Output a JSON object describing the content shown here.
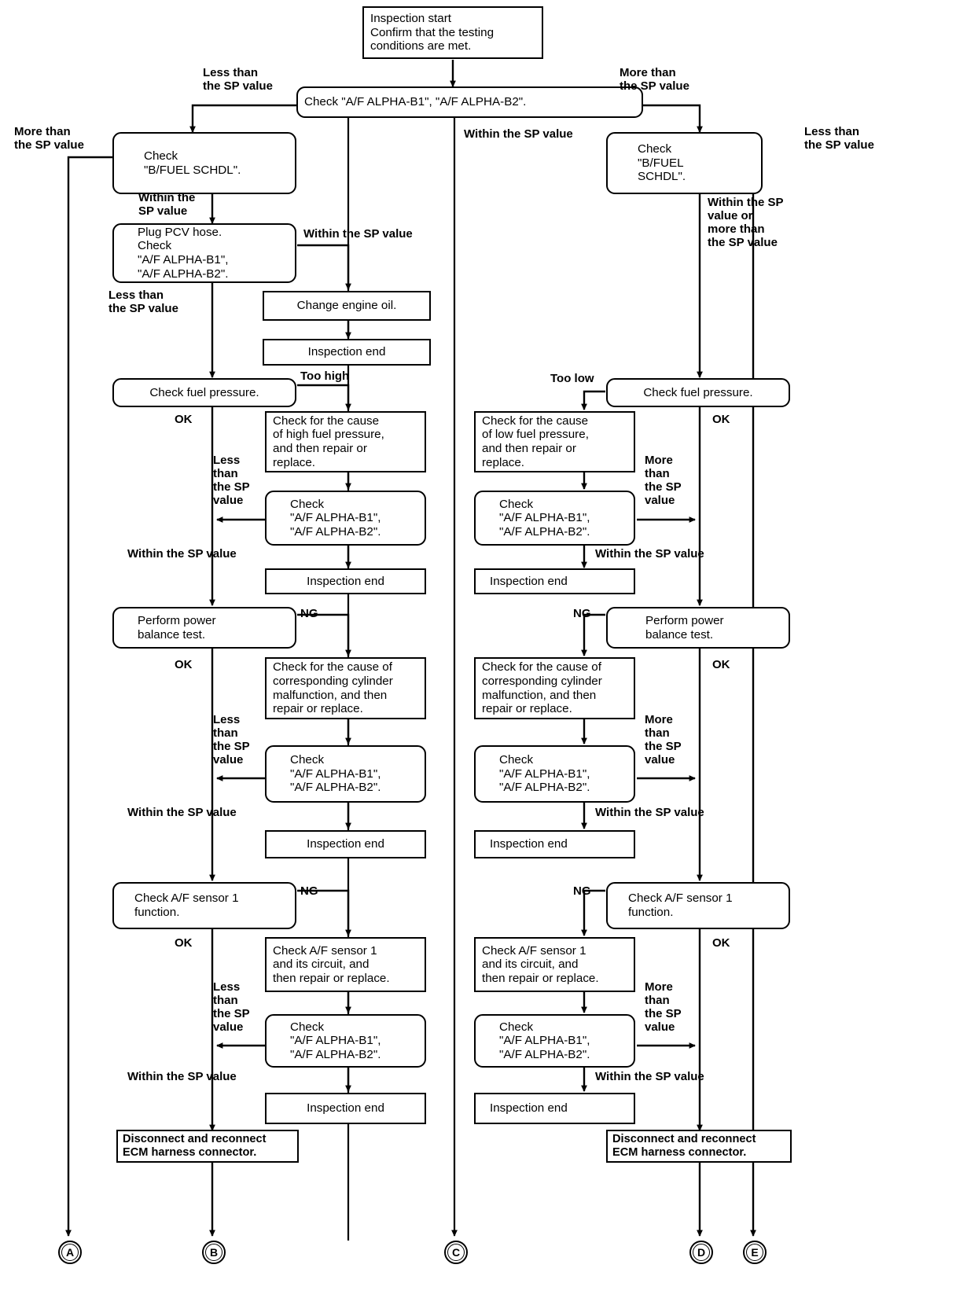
{
  "diagram": {
    "title": "A/F ALPHA troubleshooting flowchart",
    "line_color": "#000000",
    "background": "#ffffff"
  },
  "nodes": {
    "start": "Inspection start\nConfirm that the testing\nconditions are met.",
    "check_alpha_main": "Check \"A/F ALPHA-B1\", \"A/F ALPHA-B2\".",
    "bfuel_left": "Check\n\"B/FUEL SCHDL\".",
    "bfuel_right": "Check\n\"B/FUEL SCHDL\".",
    "plug_pcv": "Plug PCV hose.\nCheck\n\"A/F ALPHA-B1\",\n\"A/F ALPHA-B2\".",
    "change_oil": "Change engine oil.",
    "insp_end_oil": "Inspection end",
    "fuel_press_left": "Check fuel pressure.",
    "fuel_press_right": "Check fuel pressure.",
    "cause_high_fp": "Check for the cause\nof high fuel pressure,\nand then repair or\nreplace.",
    "cause_low_fp": "Check for the cause\nof low fuel pressure,\nand then repair or\nreplace.",
    "check_alpha_fp_left": "Check\n\"A/F ALPHA-B1\",\n\"A/F ALPHA-B2\".",
    "check_alpha_fp_right": "Check\n\"A/F ALPHA-B1\",\n\"A/F ALPHA-B2\".",
    "insp_end_fp_left": "Inspection end",
    "insp_end_fp_right": "Inspection end",
    "power_balance_left": "Perform power\nbalance test.",
    "power_balance_right": "Perform power\nbalance test.",
    "cause_cyl_left": "Check for the cause of\ncorresponding cylinder\nmalfunction, and then\nrepair or replace.",
    "cause_cyl_right": "Check for the cause of\ncorresponding cylinder\nmalfunction, and then\nrepair or replace.",
    "check_alpha_pb_left": "Check\n\"A/F ALPHA-B1\",\n\"A/F ALPHA-B2\".",
    "check_alpha_pb_right": "Check\n\"A/F ALPHA-B1\",\n\"A/F ALPHA-B2\".",
    "insp_end_pb_left": "Inspection end",
    "insp_end_pb_right": "Inspection end",
    "af_sensor_left": "Check A/F sensor 1\nfunction.",
    "af_sensor_right": "Check A/F sensor 1\nfunction.",
    "af_circuit_left": "Check A/F sensor 1\nand its circuit, and\nthen repair or replace.",
    "af_circuit_right": "Check A/F sensor 1\nand its circuit, and\nthen repair or replace.",
    "check_alpha_af_left": "Check\n\"A/F ALPHA-B1\",\n\"A/F ALPHA-B2\".",
    "check_alpha_af_right": "Check\n\"A/F ALPHA-B1\",\n\"A/F ALPHA-B2\".",
    "insp_end_af_left": "Inspection end",
    "insp_end_af_right": "Inspection end",
    "ecm_left": "Disconnect and reconnect\nECM harness connector.",
    "ecm_right": "Disconnect and reconnect\nECM harness connector."
  },
  "edge_labels": {
    "less_than_sp_top_left": "Less than\nthe SP value",
    "more_than_sp_top_right": "More than\nthe SP value",
    "more_than_sp_far_left": "More than\nthe SP value",
    "less_than_sp_far_right": "Less than\nthe SP value",
    "within_sp_mid": "Within the SP value",
    "within_sp_left_bfuel": "Within the\nSP value",
    "within_or_more_right_bfuel": "Within the SP\nvalue or\nmore than\nthe SP value",
    "within_sp_pcv": "Within the SP value",
    "less_than_sp_pcv": "Less than\nthe SP value",
    "too_high": "Too high",
    "too_low": "Too low",
    "ok_fp_left": "OK",
    "ok_fp_right": "OK",
    "less_than_sp_fp_left": "Less\nthan\nthe SP\nvalue",
    "more_than_sp_fp_right": "More\nthan\nthe SP\nvalue",
    "within_sp_fp_left": "Within the SP value",
    "within_sp_fp_right": "Within the SP value",
    "ng_pb_left": "NG",
    "ng_pb_right": "NG",
    "ok_pb_left": "OK",
    "ok_pb_right": "OK",
    "less_than_sp_pb_left": "Less\nthan\nthe SP\nvalue",
    "more_than_sp_pb_right": "More\nthan\nthe SP\nvalue",
    "within_sp_pb_left": "Within the SP value",
    "within_sp_pb_right": "Within the SP value",
    "ng_af_left": "NG",
    "ng_af_right": "NG",
    "ok_af_left": "OK",
    "ok_af_right": "OK",
    "less_than_sp_af_left": "Less\nthan\nthe SP\nvalue",
    "more_than_sp_af_right": "More\nthan\nthe SP\nvalue",
    "within_sp_af_left": "Within the SP value",
    "within_sp_af_right": "Within the SP value"
  },
  "terminals": [
    {
      "id": "A",
      "label": "A"
    },
    {
      "id": "B",
      "label": "B"
    },
    {
      "id": "C",
      "label": "C"
    },
    {
      "id": "D",
      "label": "D"
    },
    {
      "id": "E",
      "label": "E"
    }
  ]
}
